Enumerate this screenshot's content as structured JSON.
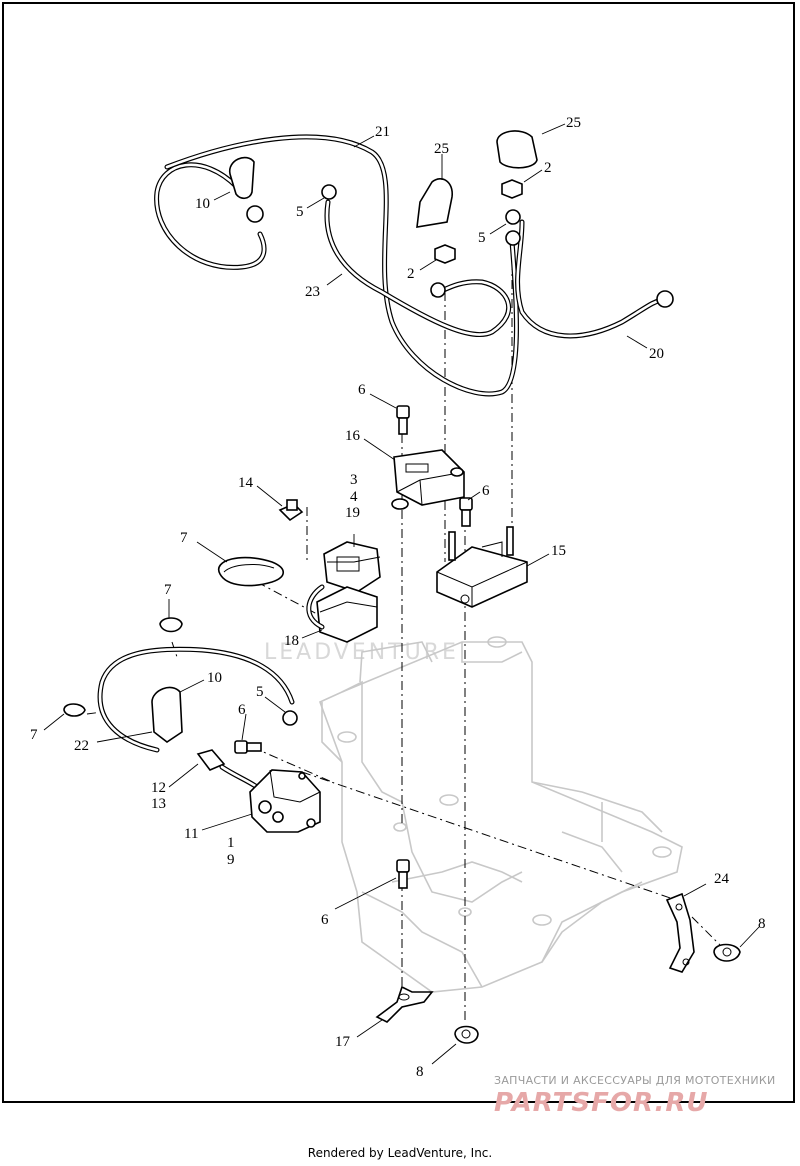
{
  "callouts": {
    "c1": "1",
    "c2a": "2",
    "c2b": "2",
    "c3": "3",
    "c4": "4",
    "c5a": "5",
    "c5b": "5",
    "c5c": "5",
    "c6a": "6",
    "c6b": "6",
    "c6c": "6",
    "c6d": "6",
    "c7a": "7",
    "c7b": "7",
    "c7c": "7",
    "c8a": "8",
    "c8b": "8",
    "c9": "9",
    "c10a": "10",
    "c10b": "10",
    "c11": "11",
    "c12": "12",
    "c13": "13",
    "c14": "14",
    "c15": "15",
    "c16": "16",
    "c17": "17",
    "c18": "18",
    "c19": "19",
    "c20": "20",
    "c21": "21",
    "c22": "22",
    "c23": "23",
    "c24": "24",
    "c25a": "25",
    "c25b": "25"
  },
  "watermark": "LEADVENTURE",
  "ad": {
    "line1": "ЗАПЧАСТИ И АКСЕССУАРЫ ДЛЯ МОТОТЕХНИКИ",
    "line2": "PARTSFOR.RU"
  },
  "footer": "Rendered by LeadVenture, Inc."
}
